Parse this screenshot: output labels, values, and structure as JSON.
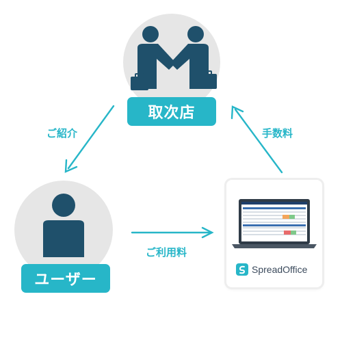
{
  "nodes": {
    "agency": {
      "label": "取次店"
    },
    "user": {
      "label": "ユーザー"
    },
    "product": {
      "brand": "SpreadOffice"
    }
  },
  "edges": {
    "referral": "ご紹介",
    "fee": "手数料",
    "usage_fee": "ご利用料"
  },
  "colors": {
    "accent": "#27b6c8",
    "person": "#1f506b",
    "circle": "#e6e6e6"
  },
  "icons": [
    "handshake-icon",
    "briefcase-icon",
    "user-icon",
    "laptop-icon",
    "spreadoffice-logo-icon"
  ]
}
